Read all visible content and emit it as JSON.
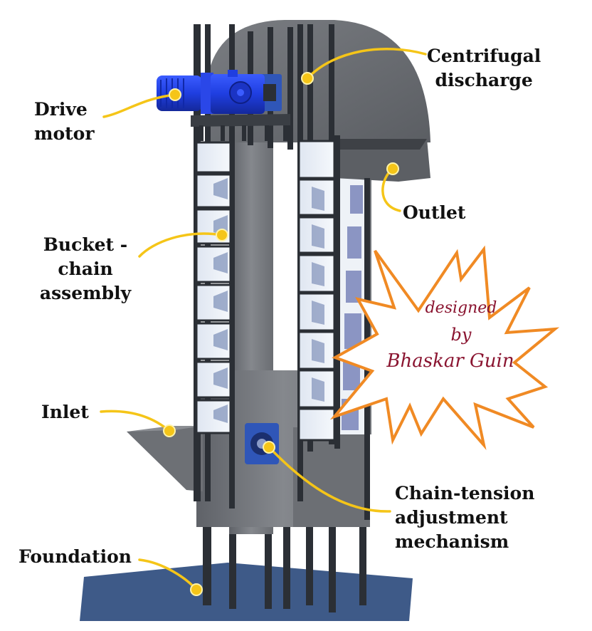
{
  "labels": {
    "drive_motor": [
      "Drive",
      "motor"
    ],
    "centrifugal_discharge": [
      "Centrifugal",
      "discharge"
    ],
    "outlet": "Outlet",
    "bucket_chain": [
      "Bucket -",
      "chain",
      "assembly"
    ],
    "inlet": "Inlet",
    "chain_tension": [
      "Chain-tension",
      "adjustment",
      "mechanism"
    ],
    "foundation": "Foundation"
  },
  "credit": [
    "designed",
    "by",
    "Bhaskar Guin"
  ],
  "colors": {
    "callout": "#f5c518",
    "starburst": "#f08a24",
    "credit_text": "#8a1430",
    "motor": "#1f3ee0",
    "steel": "#72757a",
    "frame": "#2b2f35",
    "base_plate": "#3e5a88"
  }
}
